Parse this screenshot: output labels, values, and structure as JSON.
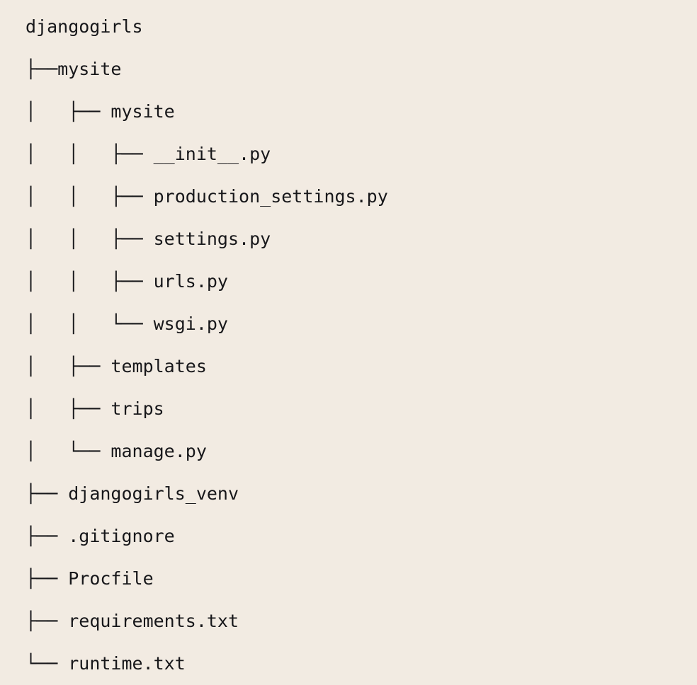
{
  "view": {
    "name": "directory-tree",
    "root_label": "djangogirls",
    "background_color": "#f2ebe2",
    "text_color": "#17171a"
  },
  "tree": {
    "lines": [
      {
        "prefix": "",
        "label": "djangogirls",
        "depth": 0,
        "kind": "directory"
      },
      {
        "prefix": "├──",
        "label": "mysite",
        "depth": 1,
        "kind": "directory"
      },
      {
        "prefix": "│   ├── ",
        "label": "mysite",
        "depth": 2,
        "kind": "directory"
      },
      {
        "prefix": "│   │   ├── ",
        "label": "__init__.py",
        "depth": 3,
        "kind": "file"
      },
      {
        "prefix": "│   │   ├── ",
        "label": "production_settings.py",
        "depth": 3,
        "kind": "file"
      },
      {
        "prefix": "│   │   ├── ",
        "label": "settings.py",
        "depth": 3,
        "kind": "file"
      },
      {
        "prefix": "│   │   ├── ",
        "label": "urls.py",
        "depth": 3,
        "kind": "file"
      },
      {
        "prefix": "│   │   └── ",
        "label": "wsgi.py",
        "depth": 3,
        "kind": "file"
      },
      {
        "prefix": "│   ├── ",
        "label": "templates",
        "depth": 2,
        "kind": "directory"
      },
      {
        "prefix": "│   ├── ",
        "label": "trips",
        "depth": 2,
        "kind": "directory"
      },
      {
        "prefix": "│   └── ",
        "label": "manage.py",
        "depth": 2,
        "kind": "file"
      },
      {
        "prefix": "├── ",
        "label": "djangogirls_venv",
        "depth": 1,
        "kind": "directory"
      },
      {
        "prefix": "├── ",
        "label": ".gitignore",
        "depth": 1,
        "kind": "file"
      },
      {
        "prefix": "├── ",
        "label": "Procfile",
        "depth": 1,
        "kind": "file"
      },
      {
        "prefix": "├── ",
        "label": "requirements.txt",
        "depth": 1,
        "kind": "file"
      },
      {
        "prefix": "└── ",
        "label": "runtime.txt",
        "depth": 1,
        "kind": "file"
      }
    ]
  }
}
